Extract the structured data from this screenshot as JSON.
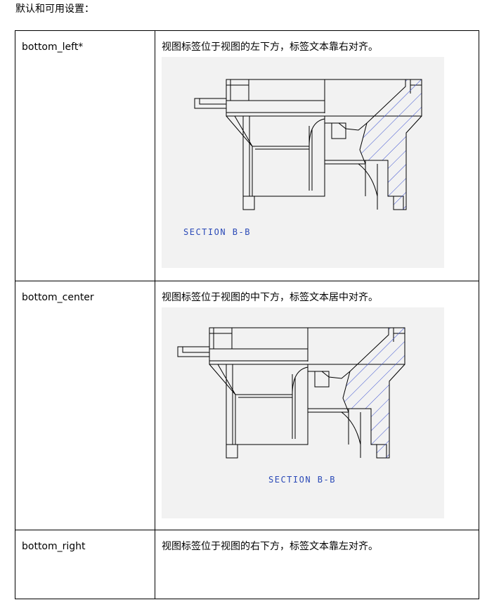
{
  "heading": "默认和可用设置：",
  "rows": [
    {
      "option": "bottom_left*",
      "description": "视图标签位于视图的左下方，标签文本靠右对齐。",
      "figure": {
        "label_text": "SECTION  B-B",
        "label_position": "bottom-left"
      }
    },
    {
      "option": "bottom_center",
      "description": "视图标签位于视图的中下方，标签文本居中对齐。",
      "figure": {
        "label_text": "SECTION  B-B",
        "label_position": "bottom-center"
      }
    },
    {
      "option": "bottom_right",
      "description": "视图标签位于视图的右下方，标签文本靠左对齐。"
    }
  ],
  "colors": {
    "drawing_line": "#000000",
    "hatch": "#3a4fd0",
    "label": "#2b4ab7",
    "figure_background": "#f2f2f2"
  }
}
